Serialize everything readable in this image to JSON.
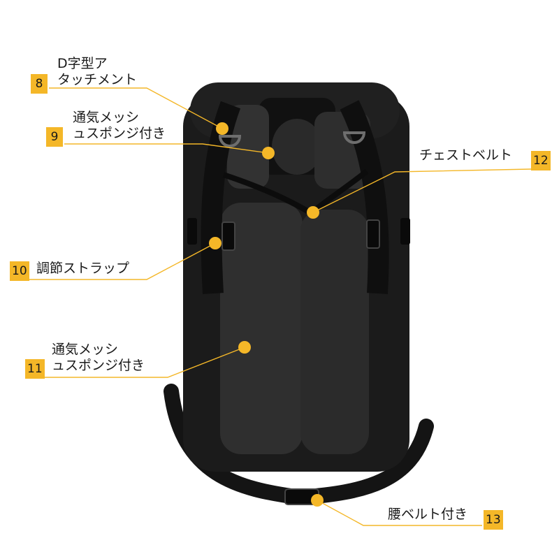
{
  "accent_color": "#f4b728",
  "callouts": [
    {
      "number": "8",
      "line1": "D字型ア",
      "line2": "タッチメント"
    },
    {
      "number": "9",
      "line1": "通気メッシ",
      "line2": "ュスポンジ付き"
    },
    {
      "number": "10",
      "text": "調節ストラップ"
    },
    {
      "number": "11",
      "line1": "通気メッシ",
      "line2": "ュスポンジ付き"
    },
    {
      "number": "12",
      "text": "チェストベルト"
    },
    {
      "number": "13",
      "text": "腰ベルト付き"
    }
  ]
}
